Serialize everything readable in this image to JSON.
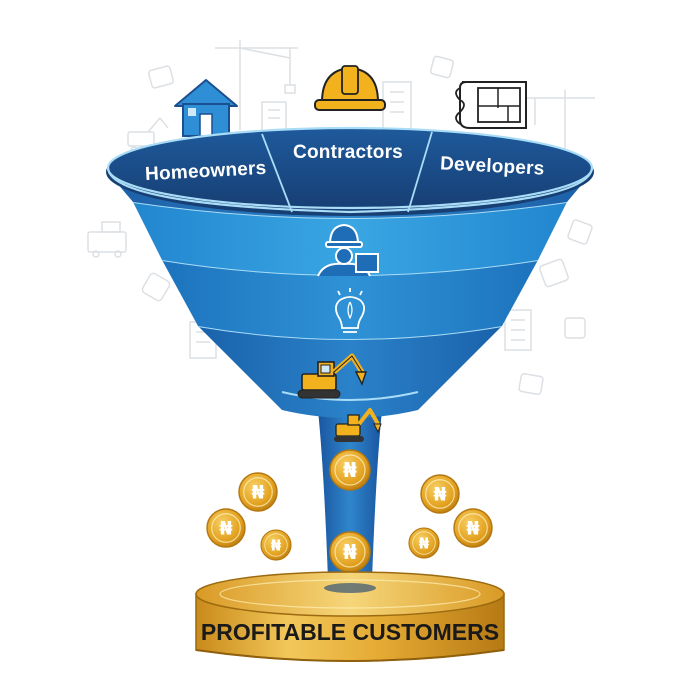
{
  "funnel": {
    "top_segments": [
      "Homeowners",
      "Contractors",
      "Developers"
    ],
    "base_label": "PROFITABLE CUSTOMERS",
    "currency_symbol": "₦"
  },
  "colors": {
    "rim_dark": "#1b4f8f",
    "band_light": "#2a8fd3",
    "band_mid": "#1f73bb",
    "band_deep": "#1a5fa6",
    "outline": "#a9dcf6",
    "coin_gold": "#e6a21d",
    "pedestal_gold": "#e0a52a"
  },
  "icons": [
    "house-icon",
    "hardhat-icon",
    "blueprint-icon",
    "worker-icon",
    "lightbulb-brain-icon",
    "excavator-icon",
    "small-excavator-icon",
    "coin-icon"
  ]
}
